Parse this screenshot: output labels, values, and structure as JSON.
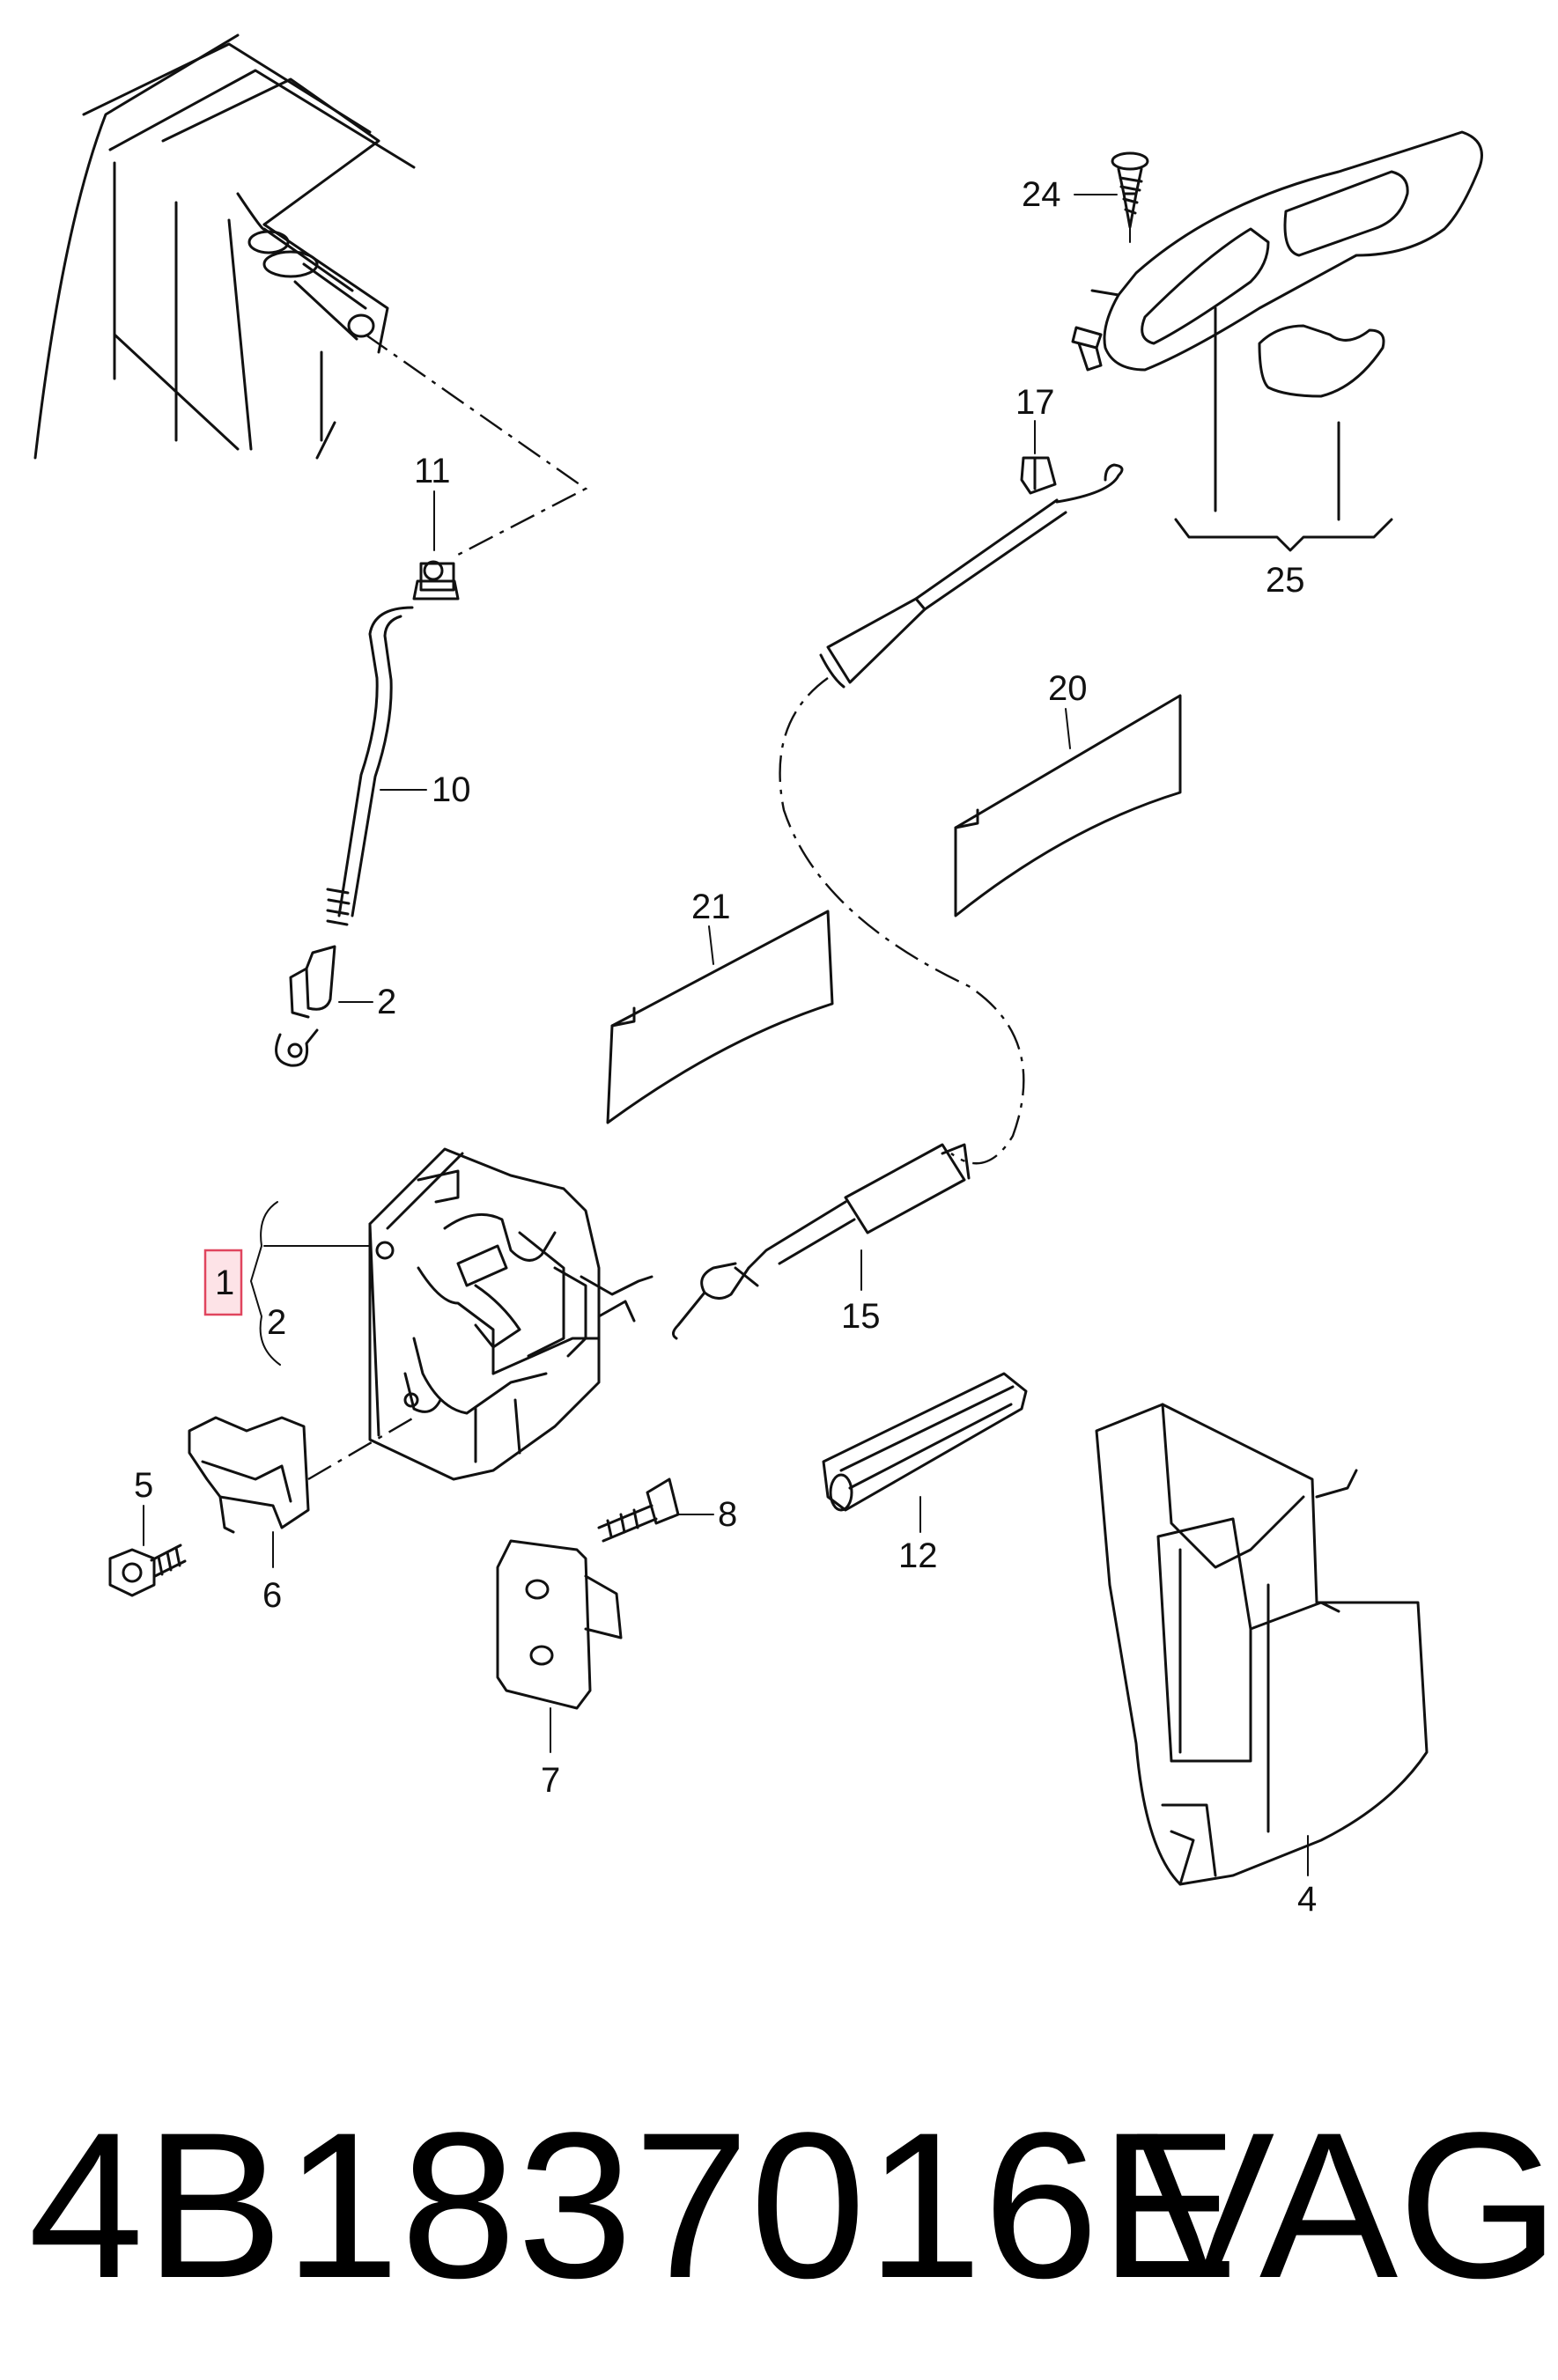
{
  "diagram": {
    "callouts": {
      "c1": "1",
      "c2a": "2",
      "c2b": "2",
      "c4": "4",
      "c5": "5",
      "c6": "6",
      "c7": "7",
      "c8": "8",
      "c10": "10",
      "c11": "11",
      "c12": "12",
      "c15": "15",
      "c17": "17",
      "c20": "20",
      "c21": "21",
      "c24": "24",
      "c25": "25"
    },
    "highlight_color": "#e0455e"
  },
  "footer": {
    "part_number": "4B1837016E",
    "brand": "VAG"
  }
}
